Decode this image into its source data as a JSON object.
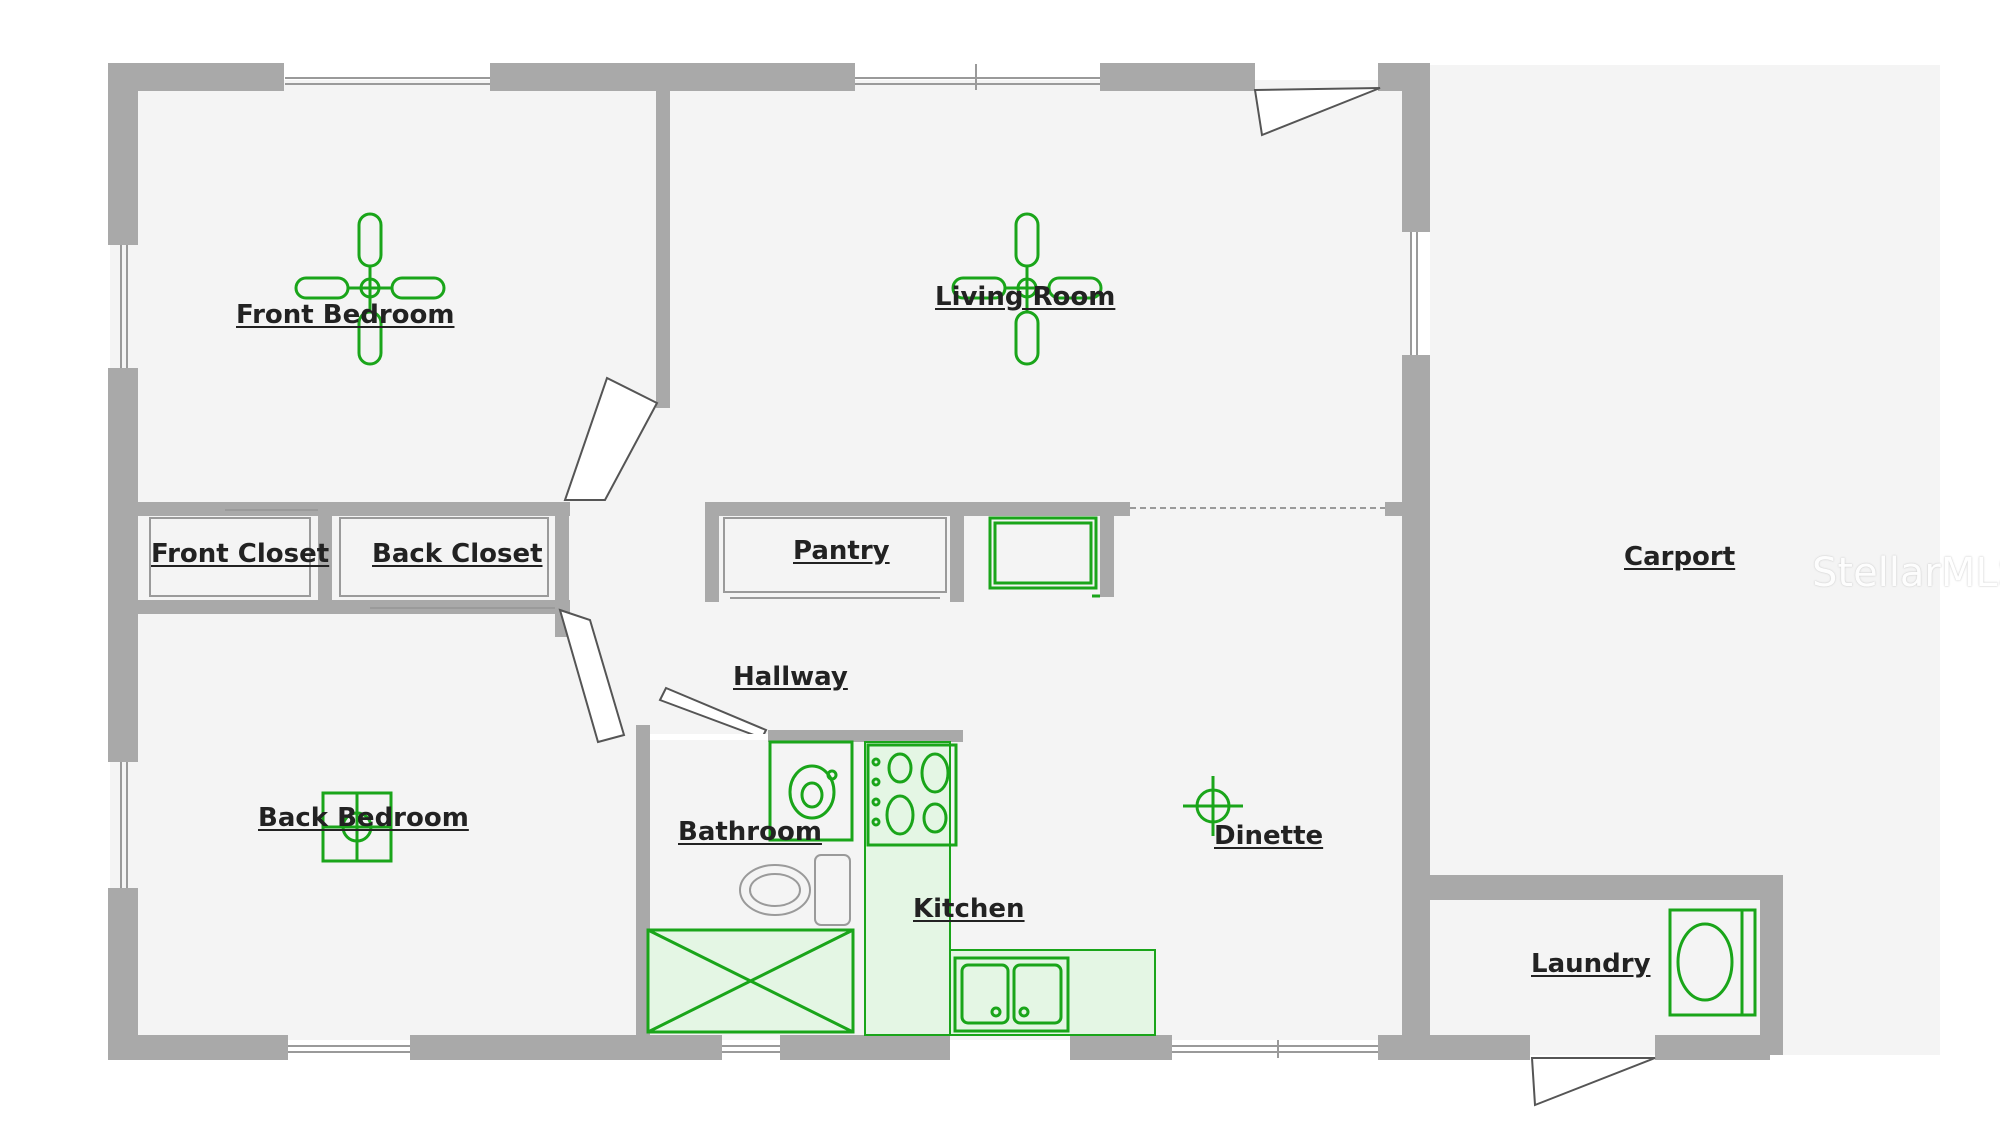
{
  "plan": {
    "rooms": [
      {
        "id": "front-bedroom",
        "label": "Front Bedroom"
      },
      {
        "id": "living-room",
        "label": "Living Room"
      },
      {
        "id": "front-closet",
        "label": "Front Closet"
      },
      {
        "id": "back-closet",
        "label": "Back Closet"
      },
      {
        "id": "pantry",
        "label": "Pantry"
      },
      {
        "id": "carport",
        "label": "Carport"
      },
      {
        "id": "hallway",
        "label": "Hallway"
      },
      {
        "id": "back-bedroom",
        "label": "Back Bedroom"
      },
      {
        "id": "bathroom",
        "label": "Bathroom"
      },
      {
        "id": "dinette",
        "label": "Dinette"
      },
      {
        "id": "kitchen",
        "label": "Kitchen"
      },
      {
        "id": "laundry",
        "label": "Laundry"
      }
    ],
    "watermark": "StellarMLS",
    "colors": {
      "wall": "#a9a9a9",
      "floor": "#f4f4f4",
      "fixture": "#1aa51a",
      "counter": "#e4f6e4",
      "label": "#222222"
    }
  }
}
